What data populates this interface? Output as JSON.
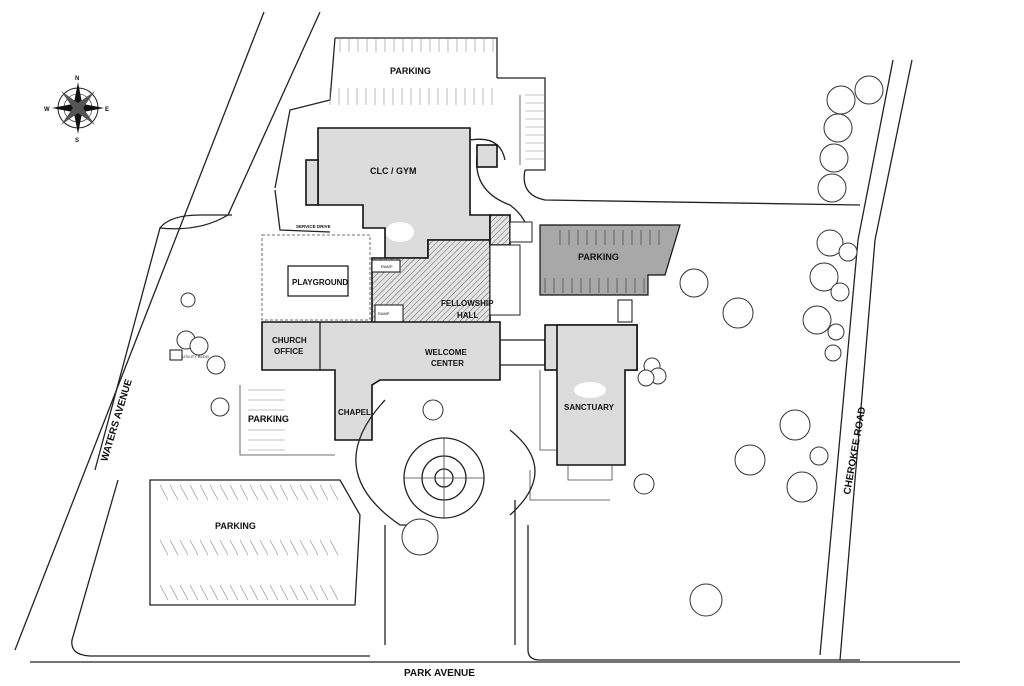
{
  "map": {
    "labels": {
      "parking_north": "PARKING",
      "clc_gym": "CLC / GYM",
      "parking_east": "PARKING",
      "playground": "PLAYGROUND",
      "fellowship_hall_1": "FELLOWSHIP",
      "fellowship_hall_2": "HALL",
      "church_office_1": "CHURCH",
      "church_office_2": "OFFICE",
      "welcome_center_1": "WELCOME",
      "welcome_center_2": "CENTER",
      "chapel": "CHAPEL",
      "sanctuary": "SANCTUARY",
      "parking_west": "PARKING",
      "parking_south": "PARKING",
      "service_drive": "SERVICE DRIVE",
      "ramp_1": "RAMP",
      "ramp_2": "RAMP",
      "utility_bldg": "UTILITY BLDG"
    },
    "streets": {
      "waters_avenue": "WATERS AVENUE",
      "cherokee_road": "CHEROKEE ROAD",
      "park_avenue": "PARK AVENUE"
    },
    "compass": {
      "north": "N",
      "south": "S",
      "east": "E",
      "west": "W"
    },
    "colors": {
      "building_fill": "#dcdcdc",
      "hatch": "#555555",
      "east_lot": "#a8a8a8",
      "linework": "#222222"
    }
  }
}
